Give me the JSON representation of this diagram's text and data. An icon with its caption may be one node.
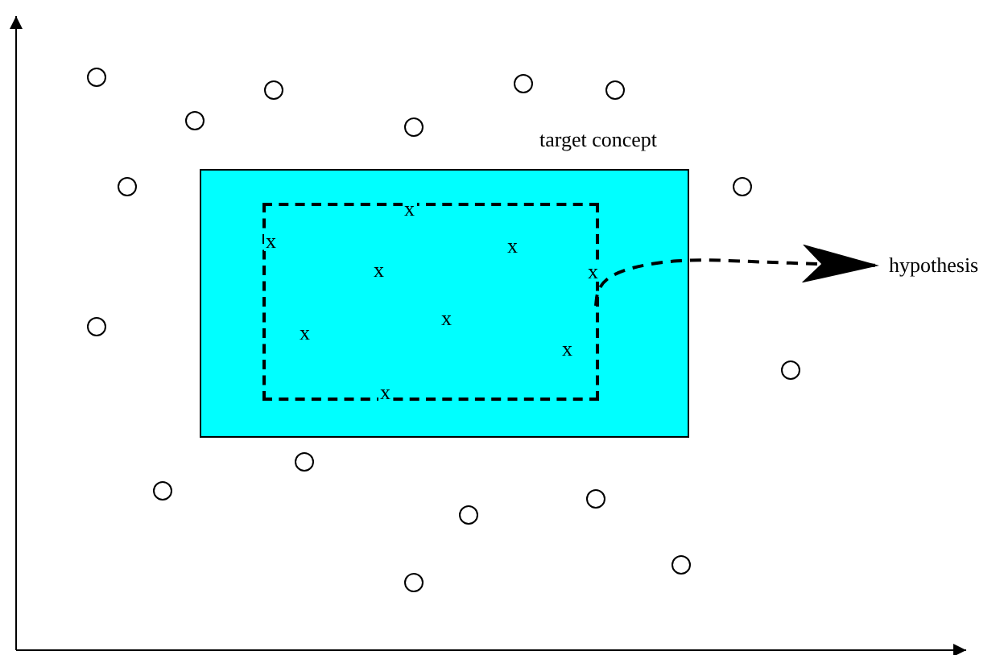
{
  "diagram": {
    "nodes": [
      {
        "text": [
          "target concept"
        ]
      },
      {
        "text": [],
        "shape": "box",
        "in": 0
      },
      {
        "text": [
          "hypothesis"
        ]
      }
    ],
    "edges": [
      {
        "from": 1,
        "to": 2,
        "arrow": "to",
        "style": "dashed"
      }
    ],
    "labels": [
      "x",
      "x",
      "x",
      "x",
      "x",
      "x",
      "x",
      "x",
      "x"
    ]
  }
}
